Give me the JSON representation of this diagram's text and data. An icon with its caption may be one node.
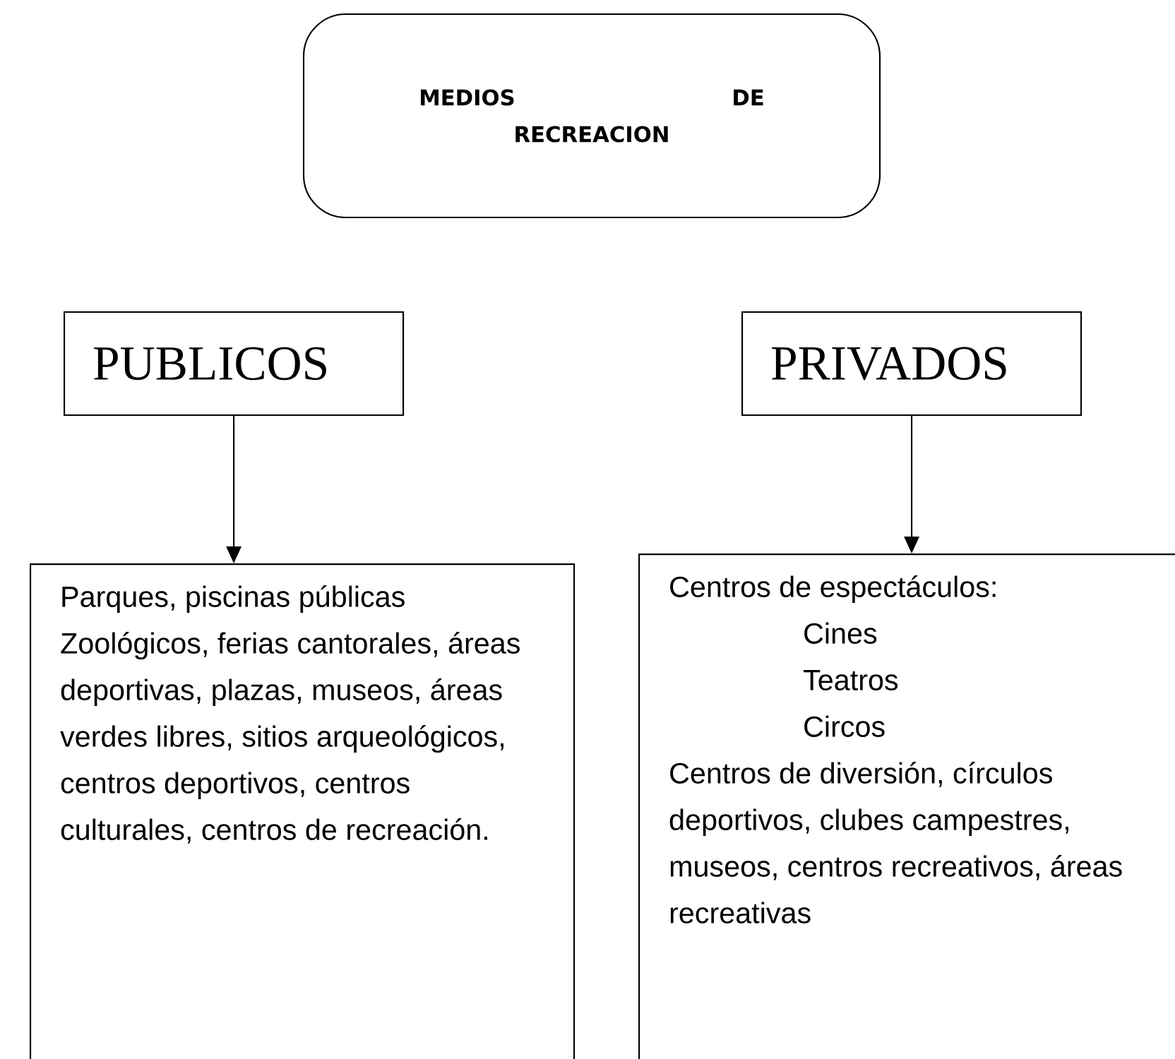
{
  "diagram": {
    "nodes": [
      {
        "text": [
          "MEDIOS DE RECREACION"
        ]
      },
      {
        "text": [
          "PUBLICOS"
        ]
      },
      {
        "text": [
          "PRIVADOS"
        ]
      },
      {
        "text": [
          "Parques, piscinas públicas Zoológicos, ferias cantorales, áreas deportivas, plazas, museos, áreas verdes libres, sitios arqueológicos, centros deportivos, centros culturales, centros de recreación."
        ]
      },
      {
        "text": [
          "Centros de espectáculos:",
          "Cines",
          "Teatros",
          "Circos",
          "Centros de diversión, círculos deportivos, clubes campestres, museos, centros recreativos, áreas recreativas"
        ]
      }
    ],
    "edges": [
      {
        "from": 1,
        "to": 3,
        "arrow": "to"
      },
      {
        "from": 2,
        "to": 4,
        "arrow": "to"
      }
    ]
  }
}
